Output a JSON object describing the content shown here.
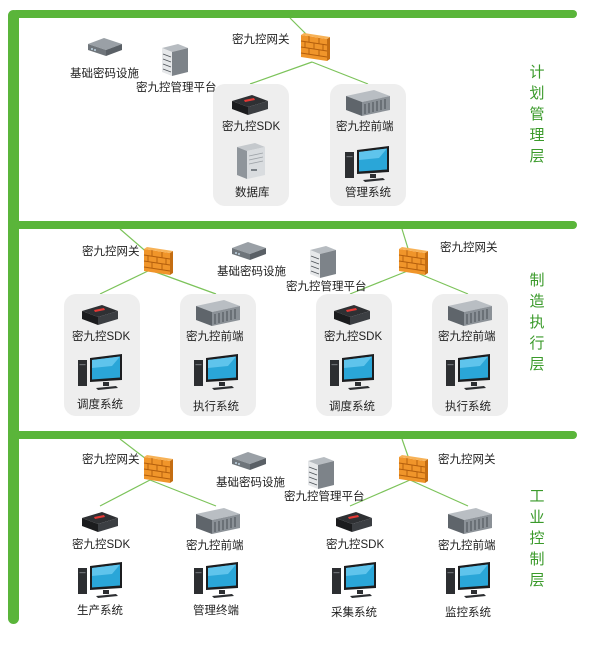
{
  "layers": [
    {
      "title": "计划管理层"
    },
    {
      "title": "制造执行层"
    },
    {
      "title": "工业控制层"
    }
  ],
  "top": {
    "gateway": "密九控网关",
    "infra": "基础密码设施",
    "platform": "密九控管理平台",
    "sdk": "密九控SDK",
    "frontend": "密九控前端",
    "database": "数据库",
    "mgmt": "管理系统"
  },
  "middle": {
    "gateway_left": "密九控网关",
    "gateway_right": "密九控网关",
    "infra": "基础密码设施",
    "platform": "密九控管理平台",
    "sdk1": "密九控SDK",
    "frontend1": "密九控前端",
    "sdk2": "密九控SDK",
    "frontend2": "密九控前端",
    "sys1": "调度系统",
    "sys2": "执行系统",
    "sys3": "调度系统",
    "sys4": "执行系统"
  },
  "bottom": {
    "gateway_left": "密九控网关",
    "gateway_right": "密九控网关",
    "infra": "基础密码设施",
    "platform": "密九控管理平台",
    "sdk1": "密九控SDK",
    "frontend1": "密九控前端",
    "sdk2": "密九控SDK",
    "frontend2": "密九控前端",
    "sys1": "生产系统",
    "sys2": "管理终端",
    "sys3": "采集系统",
    "sys4": "监控系统"
  },
  "colors": {
    "bus": "#5ab53a",
    "firewall": "#f0952a",
    "title": "#3a9a2a",
    "card": "#eeeeee",
    "monitor": "#2aa6d8"
  },
  "icons": [
    "firewall-icon",
    "router-icon",
    "server-rack-icon",
    "sdk-box-icon",
    "database-icon",
    "monitor-pc-icon"
  ]
}
